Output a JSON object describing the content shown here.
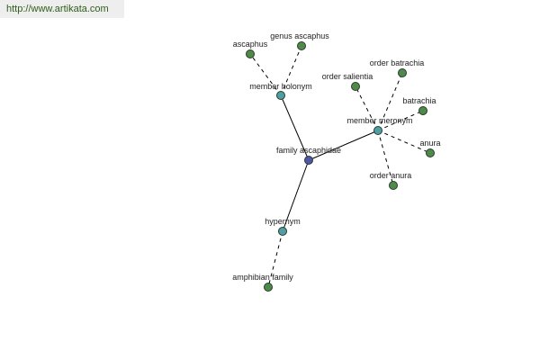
{
  "site_url": "http://www.artikata.com",
  "colors": {
    "center": "#4f55a8",
    "relation": "#4f9ea3",
    "leaf": "#4f8a4a",
    "stroke": "#2a3a2a",
    "edge": "#000000"
  },
  "graph": {
    "center": {
      "id": "center",
      "label": "family ascaphidae"
    },
    "relations": [
      {
        "id": "holonym",
        "label": "member holonym"
      },
      {
        "id": "meronym",
        "label": "member meronym"
      },
      {
        "id": "hypernym",
        "label": "hypernym"
      }
    ],
    "leaves": [
      {
        "id": "ascaphus",
        "label": "ascaphus",
        "parent": "holonym"
      },
      {
        "id": "genus-ascaphus",
        "label": "genus ascaphus",
        "parent": "holonym"
      },
      {
        "id": "order-salientia",
        "label": "order salientia",
        "parent": "meronym"
      },
      {
        "id": "order-batrachia",
        "label": "order batrachia",
        "parent": "meronym"
      },
      {
        "id": "batrachia",
        "label": "batrachia",
        "parent": "meronym"
      },
      {
        "id": "anura",
        "label": "anura",
        "parent": "meronym"
      },
      {
        "id": "order-anura",
        "label": "order anura",
        "parent": "meronym"
      },
      {
        "id": "amphibian-family",
        "label": "amphibian family",
        "parent": "hypernym"
      }
    ]
  }
}
